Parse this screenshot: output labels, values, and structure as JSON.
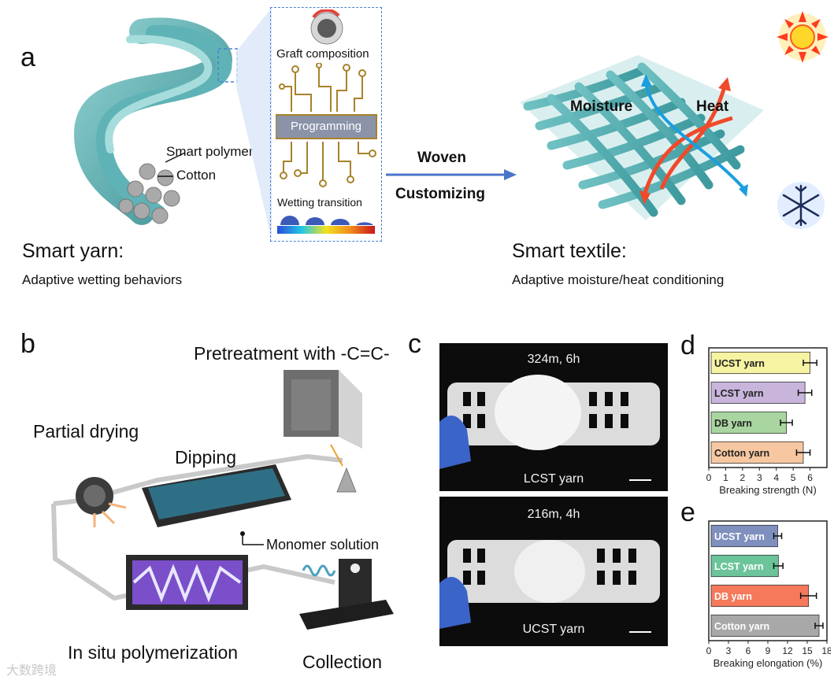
{
  "panel_a": {
    "letter": "a",
    "graft_composition": "Graft composition",
    "programming": "Programming",
    "wetting_transition": "Wetting transition",
    "smart_polymer": "Smart polymer",
    "cotton": "Cotton",
    "arrow_top": "Woven",
    "arrow_bottom": "Customizing",
    "moisture": "Moisture",
    "heat": "Heat",
    "yarn_title": "Smart yarn:",
    "yarn_subtitle": "Adaptive wetting behaviors",
    "textile_title": "Smart textile:",
    "textile_subtitle": "Adaptive moisture/heat conditioning"
  },
  "panel_b": {
    "letter": "b",
    "pretreatment": "Pretreatment with -C=C-",
    "partial_drying": "Partial drying",
    "dipping": "Dipping",
    "monomer_solution": "Monomer solution",
    "in_situ": "In situ polymerization",
    "collection": "Collection"
  },
  "panel_c": {
    "letter": "c",
    "top": {
      "caption": "324m, 6h",
      "label": "LCST yarn"
    },
    "bottom": {
      "caption": "216m, 4h",
      "label": "UCST yarn"
    }
  },
  "panel_d": {
    "letter": "d"
  },
  "panel_e": {
    "letter": "e"
  },
  "watermark": "大数跨境",
  "chart_data": [
    {
      "type": "bar",
      "orientation": "horizontal",
      "categories": [
        "UCST yarn",
        "LCST yarn",
        "DB yarn",
        "Cotton yarn"
      ],
      "values": [
        6.0,
        5.7,
        4.6,
        5.6
      ],
      "errors": [
        0.4,
        0.4,
        0.35,
        0.4
      ],
      "colors": [
        "#f6f3a2",
        "#c9b5dc",
        "#a9d6a0",
        "#f6c7a0"
      ],
      "xlabel": "Breaking strength (N)",
      "xlim": [
        0,
        7
      ],
      "xticks": [
        0,
        1,
        2,
        3,
        4,
        5,
        6
      ],
      "label_color": "#222"
    },
    {
      "type": "bar",
      "orientation": "horizontal",
      "categories": [
        "UCST yarn",
        "LCST yarn",
        "DB yarn",
        "Cotton yarn"
      ],
      "values": [
        10.5,
        10.6,
        15.2,
        16.8
      ],
      "errors": [
        0.6,
        0.7,
        1.2,
        0.6
      ],
      "colors": [
        "#7f8fbe",
        "#6cc49a",
        "#f5795a",
        "#a8a8a8"
      ],
      "xlabel": "Breaking elongation (%)",
      "xlim": [
        0,
        18
      ],
      "xticks": [
        0,
        3,
        6,
        9,
        12,
        15,
        18
      ],
      "label_color": "#ffffff"
    }
  ]
}
